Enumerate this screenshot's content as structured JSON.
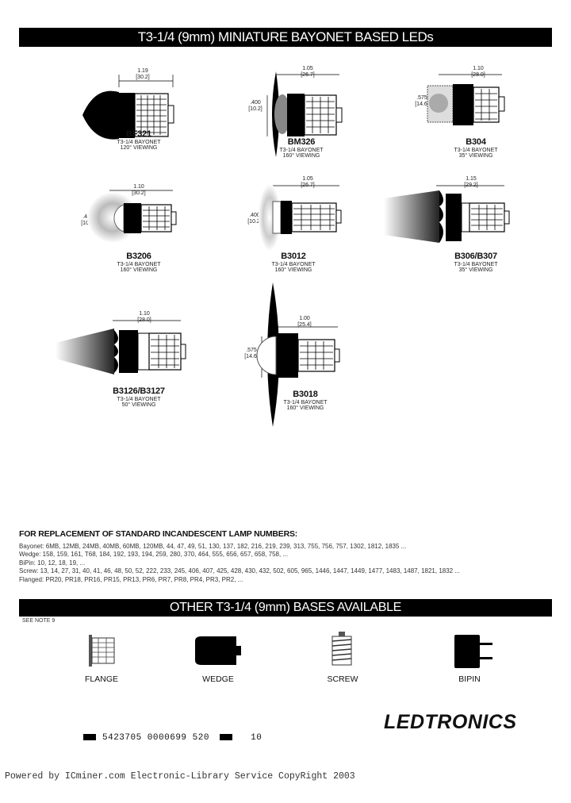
{
  "header": {
    "title": "T3-1/4 (9mm) MINIATURE BAYONET BASED LEDs"
  },
  "products": [
    {
      "name": "BF321",
      "line1": "T3-1/4 BAYONET",
      "line2": "120° VIEWING",
      "dim_w": "1.19",
      "dim_wmm": "[30.2]"
    },
    {
      "name": "BM326",
      "line1": "T3-1/4 BAYONET",
      "line2": "160° VIEWING",
      "dim_w": "1.05",
      "dim_wmm": "[26.7]",
      "dim_h": ".400",
      "dim_hmm": "[10.2]"
    },
    {
      "name": "B304",
      "line1": "T3-1/4 BAYONET",
      "line2": "35° VIEWING",
      "dim_w": "1.10",
      "dim_wmm": "[28.0]",
      "dim_h": ".575",
      "dim_hmm": "[14.6]"
    },
    {
      "name": "B3206",
      "line1": "T3-1/4 BAYONET",
      "line2": "160° VIEWING",
      "dim_w": "1.10",
      "dim_wmm": "[30.2]",
      "dim_h": ".400",
      "dim_hmm": "[10.2]"
    },
    {
      "name": "B3012",
      "line1": "T3-1/4 BAYONET",
      "line2": "160° VIEWING",
      "dim_w": "1.05",
      "dim_wmm": "[26.7]",
      "dim_h": ".400",
      "dim_hmm": "[10.2]"
    },
    {
      "name": "B306/B307",
      "line1": "T3-1/4 BAYONET",
      "line2": "35° VIEWING",
      "dim_w": "1.15",
      "dim_wmm": "[29.2]"
    },
    {
      "name": "B3126/B3127",
      "line1": "T3-1/4 BAYONET",
      "line2": "50° VIEWING",
      "dim_w": "1.10",
      "dim_wmm": "[28.0]"
    },
    {
      "name": "B3018",
      "line1": "T3-1/4 BAYONET",
      "line2": "160° VIEWING",
      "dim_w": "1.00",
      "dim_wmm": "[25.4]",
      "dim_h": ".575",
      "dim_hmm": "[14.6]"
    }
  ],
  "replacement": {
    "heading": "FOR REPLACEMENT OF STANDARD INCANDESCENT LAMP NUMBERS:",
    "bayonet": "Bayonet: 6MB, 12MB, 24MB, 40MB, 60MB, 120MB, 44, 47, 49, 51, 130, 137, 182, 216, 219, 239, 313, 755, 756, 757, 1302, 1812, 1835 ...",
    "wedge": "Wedge: 158, 159, 161, T68, 184, 192, 193, 194, 259, 280, 370, 464, 555, 656, 657, 658, 758, ...",
    "bipin": "BiPin: 10, 12, 18, 19, ...",
    "screw": "Screw: 13, 14, 27, 31, 40, 41, 46, 48, 50, 52, 222, 233, 245, 406, 407, 425, 428, 430, 432, 502, 605, 965, 1446, 1447, 1449, 1477, 1483, 1487, 1821, 1832 ...",
    "flanged": "Flanged: PR20, PR18, PR16, PR15, PR13, PR6, PR7, PR8, PR4, PR3, PR2, ..."
  },
  "other_bases": {
    "title": "OTHER T3-1/4 (9mm) BASES AVAILABLE",
    "note": "SEE NOTE 9",
    "items": [
      "FLANGE",
      "WEDGE",
      "SCREW",
      "BIPIN"
    ]
  },
  "brand": "LEDTRONICS",
  "barcode_text": "5423705 0000699 520",
  "page_number": "10",
  "footer": "Powered by ICminer.com Electronic-Library Service CopyRight 2003"
}
